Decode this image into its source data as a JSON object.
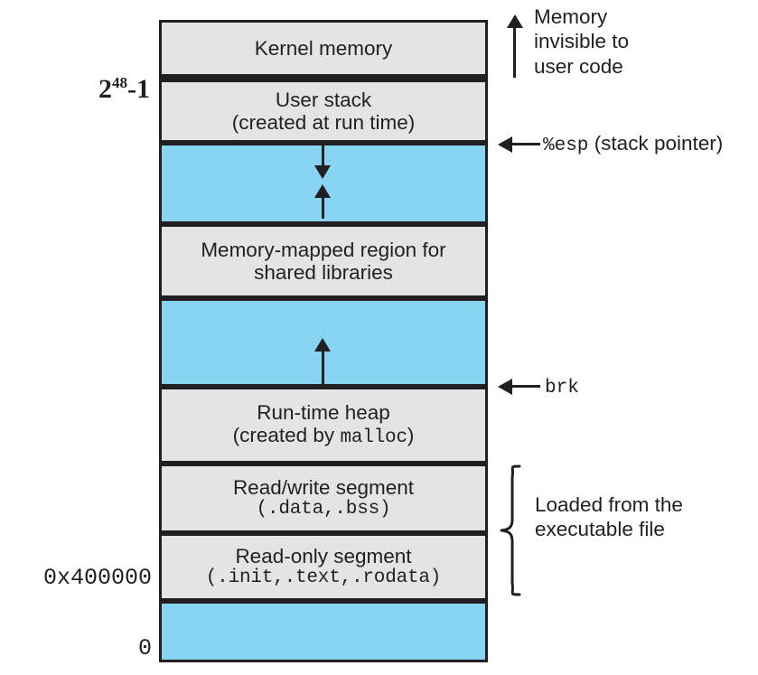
{
  "diagram": {
    "title": "Linux process virtual address space",
    "colors": {
      "segment_fill": "#e4e4e6",
      "gap_fill": "#87d3f2",
      "stroke": "#231f20",
      "background": "#ffffff"
    }
  },
  "segments": [
    {
      "id": "kernel-memory",
      "kind": "gray",
      "line1": "Kernel memory",
      "line2": "",
      "line2_mono": ""
    },
    {
      "id": "user-stack",
      "kind": "gray",
      "line1": "User stack",
      "line2": "(created at run time)",
      "line2_mono": ""
    },
    {
      "id": "stack-growth-gap",
      "kind": "blue",
      "line1": "",
      "line2": "",
      "line2_mono": ""
    },
    {
      "id": "memory-mapped-region",
      "kind": "gray",
      "line1": "Memory-mapped region for",
      "line2": "shared libraries",
      "line2_mono": ""
    },
    {
      "id": "heap-growth-gap",
      "kind": "blue",
      "line1": "",
      "line2": "",
      "line2_mono": ""
    },
    {
      "id": "run-time-heap",
      "kind": "gray",
      "line1": "Run-time heap",
      "line2_prefix": "(created by ",
      "line2_mono": "malloc",
      "line2_suffix": ")"
    },
    {
      "id": "read-write-segment",
      "kind": "gray",
      "line1": "Read/write segment",
      "line2_mono": "(.data,.bss)"
    },
    {
      "id": "read-only-segment",
      "kind": "gray",
      "line1": "Read-only segment",
      "line2_mono": "(.init,.text,.rodata)"
    },
    {
      "id": "unmapped-low-memory",
      "kind": "blue",
      "line1": "",
      "line2": "",
      "line2_mono": ""
    }
  ],
  "address_labels": {
    "top_base": "2",
    "top_exponent": "48",
    "top_suffix": "-1",
    "code_start": "0x400000",
    "zero": "0"
  },
  "annotations": {
    "kernel_note_line1": "Memory",
    "kernel_note_line2": "invisible to",
    "kernel_note_line3": "user code",
    "stack_pointer_mono": "%esp",
    "stack_pointer_text": "(stack pointer)",
    "brk_mono": "brk",
    "loaded_line1": "Loaded from the",
    "loaded_line2": "executable file"
  }
}
